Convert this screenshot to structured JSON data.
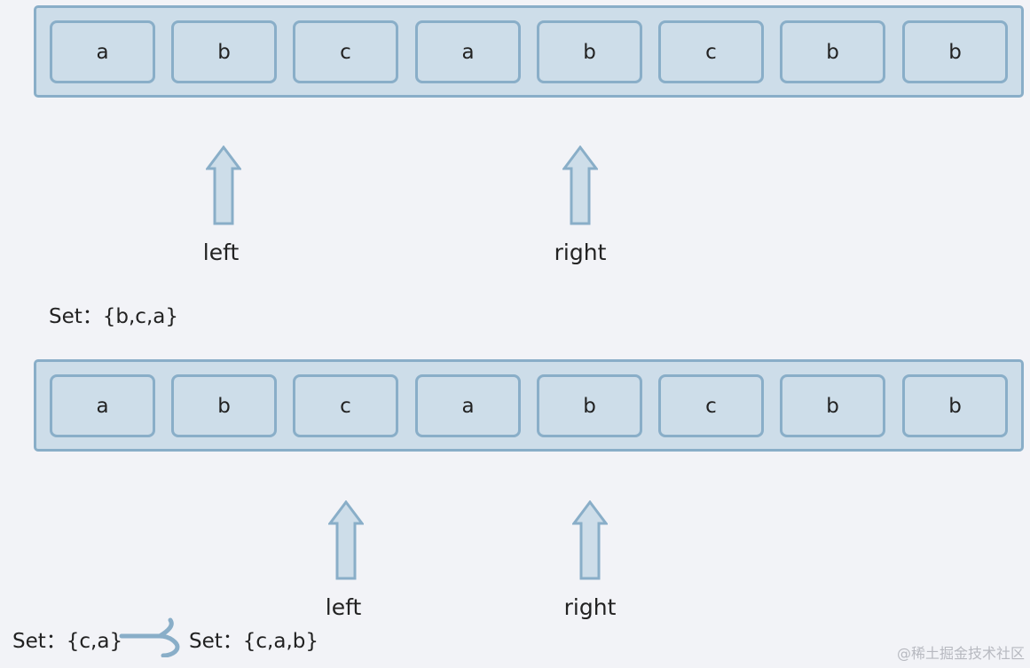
{
  "rows": [
    {
      "cells": [
        "a",
        "b",
        "c",
        "a",
        "b",
        "c",
        "b",
        "b"
      ],
      "left_pointer": "left",
      "right_pointer": "right",
      "set_label": "Set：{b,c,a}"
    },
    {
      "cells": [
        "a",
        "b",
        "c",
        "a",
        "b",
        "c",
        "b",
        "b"
      ],
      "left_pointer": "left",
      "right_pointer": "right",
      "set_before": "Set：{c,a}",
      "set_after": "Set：{c,a,b}"
    }
  ],
  "colors": {
    "box_fill": "#cddde9",
    "box_border": "#89aec8"
  },
  "watermark": "@稀土掘金技术社区"
}
